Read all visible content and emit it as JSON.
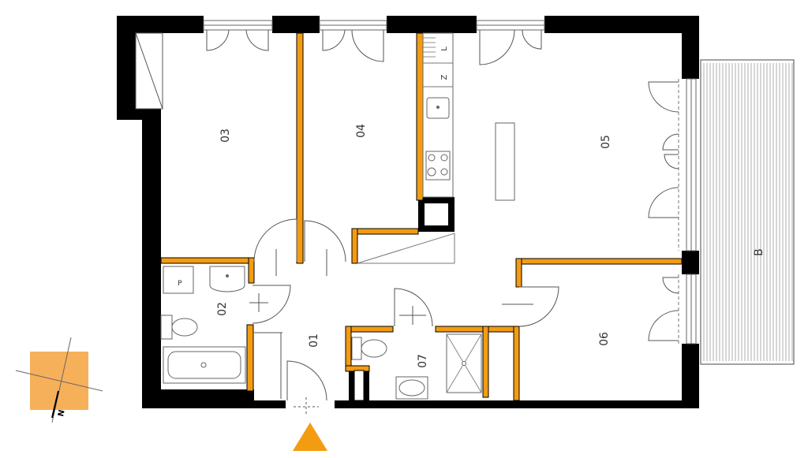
{
  "rooms": {
    "r01": "01",
    "r02": "02",
    "r03": "03",
    "r04": "04",
    "r05": "05",
    "r06": "06",
    "r07": "07",
    "balcony": "B"
  },
  "fixtures": {
    "kitchen_l": "L",
    "kitchen_z": "Z",
    "bath_p": "P"
  },
  "compass": {
    "north_label": "N"
  },
  "colors": {
    "wall": "#000000",
    "partition": "#f39c12",
    "compass_fill": "#f7b05a",
    "entrance_marker": "#f39c12",
    "line": "#555555"
  },
  "icons": {
    "entrance": "triangle-up-icon",
    "compass": "north-arrow-icon"
  }
}
